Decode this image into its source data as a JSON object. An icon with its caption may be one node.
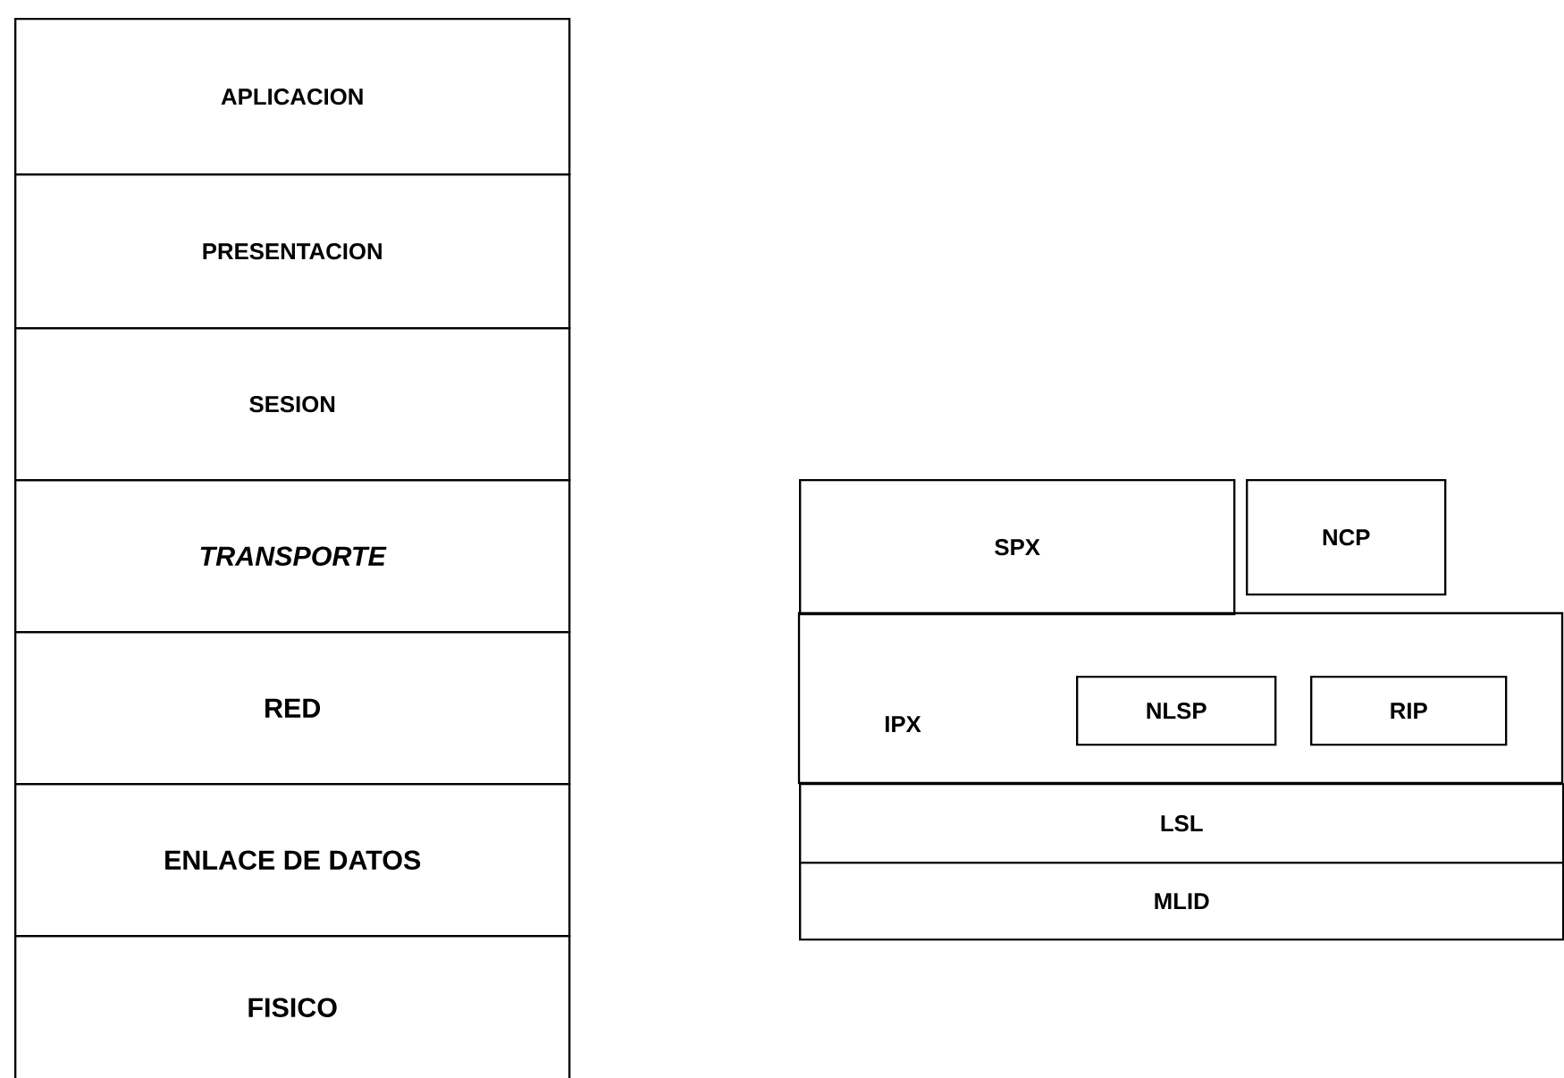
{
  "diagram": {
    "nodes": [
      {
        "text": [
          "APLICACION"
        ]
      },
      {
        "text": [
          "PRESENTACION"
        ]
      },
      {
        "text": [
          "SESION"
        ]
      },
      {
        "text": [
          "TRANSPORTE"
        ]
      },
      {
        "text": [
          "RED"
        ]
      },
      {
        "text": [
          "ENLACE DE DATOS"
        ]
      },
      {
        "text": [
          "FISICO"
        ]
      },
      {
        "text": [
          "SPX"
        ]
      },
      {
        "text": [
          "NCP"
        ]
      },
      {
        "text": [
          "IPX"
        ]
      },
      {
        "text": [
          "NLSP"
        ],
        "in": 9
      },
      {
        "text": [
          "RIP"
        ],
        "in": 9
      },
      {
        "text": [
          "LSL"
        ]
      },
      {
        "text": [
          "MLID"
        ]
      }
    ]
  }
}
